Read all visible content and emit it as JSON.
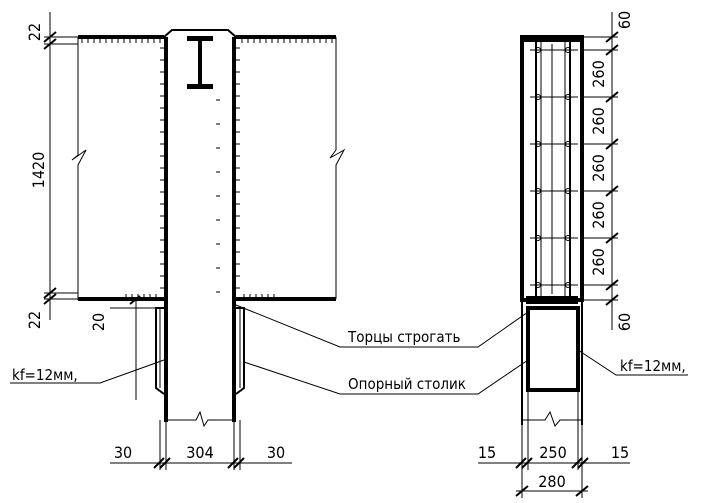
{
  "left_view": {
    "dim_top_plate": "22",
    "dim_height": "1420",
    "dim_bottom_plate": "22",
    "dim_table_offset": "20",
    "weld_label": "kf=12мм,",
    "dim_bottom_left": "30",
    "dim_bottom_mid": "304",
    "dim_bottom_right": "30"
  },
  "right_view": {
    "dim_top": "60",
    "dim_spacings": [
      "260",
      "260",
      "260",
      "260",
      "260"
    ],
    "dim_bottom": "60",
    "weld_label": "kf=12мм,",
    "dim_left": "15",
    "dim_mid": "250",
    "dim_right": "15",
    "dim_total": "280"
  },
  "callouts": {
    "face_planing": "Торцы строгать",
    "support_table": "Опорный столик"
  }
}
